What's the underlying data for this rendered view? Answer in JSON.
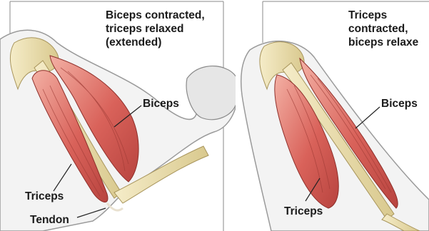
{
  "left_panel": {
    "caption": [
      "Biceps contracted,",
      "triceps relaxed",
      "(extended)"
    ],
    "labels": {
      "biceps": "Biceps",
      "triceps": "Triceps",
      "tendon": "Tendon"
    }
  },
  "right_panel": {
    "caption": [
      "Triceps",
      "contracted,",
      "biceps relaxe"
    ],
    "labels": {
      "biceps": "Biceps",
      "triceps": "Triceps"
    }
  },
  "colors": {
    "muscle": "#d9625a",
    "muscle_light": "#f0a79a",
    "bone": "#e9dcae",
    "skin": "#f2f2f2",
    "outline": "#3a3a3a"
  }
}
